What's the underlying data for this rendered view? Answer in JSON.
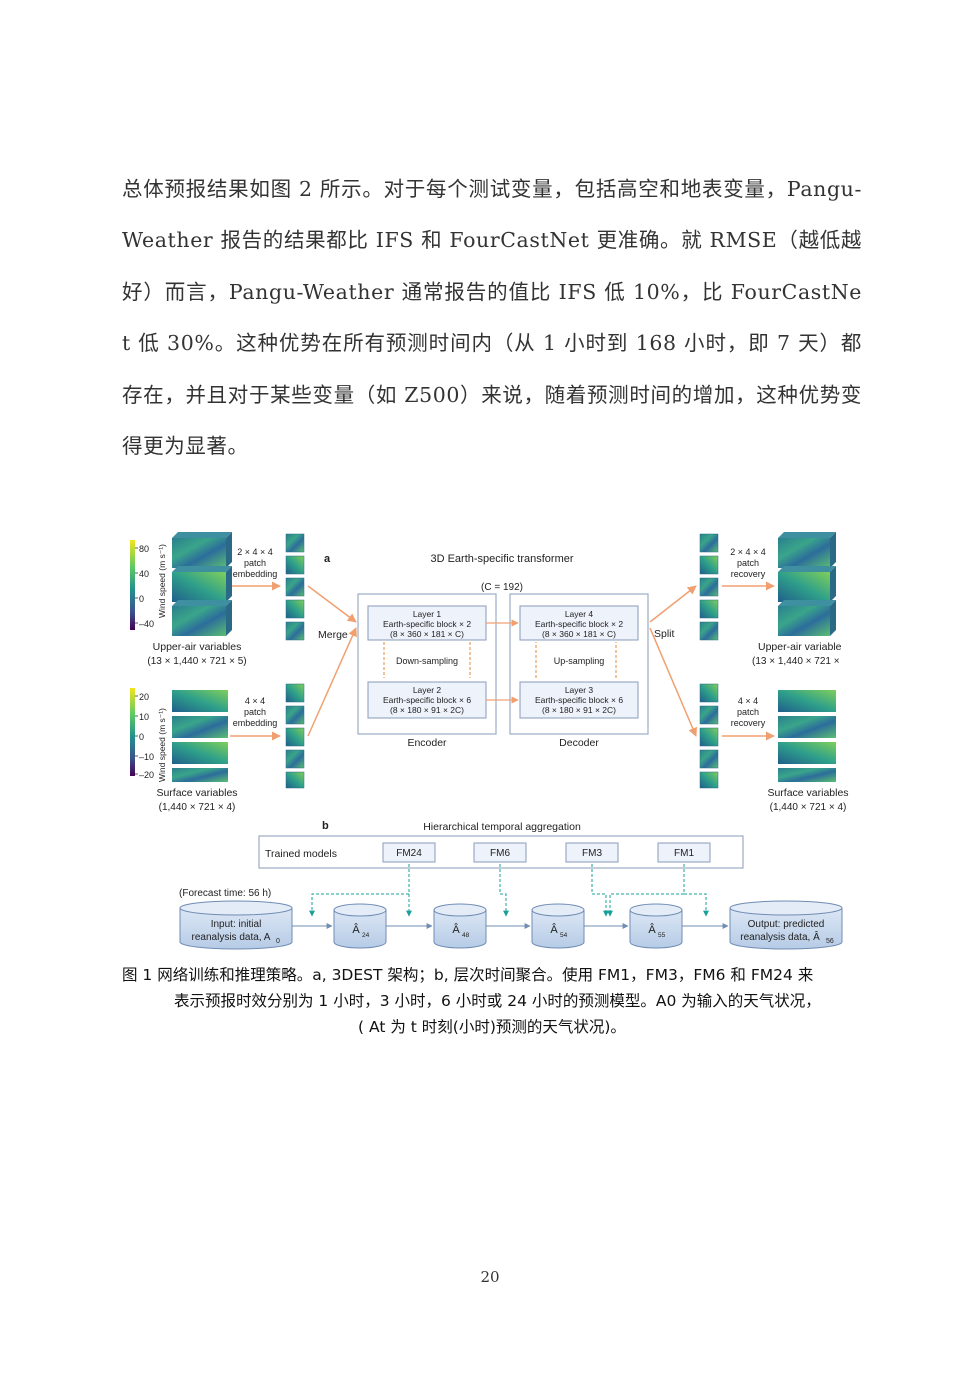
{
  "paragraph": {
    "text": "总体预报结果如图 2 所示。对于每个测试变量，包括高空和地表变量，Pangu-Weather 报告的结果都比 IFS 和 FourCastNet 更准确。就 RMSE（越低越好）而言，Pangu-Weather 通常报告的值比 IFS 低 10%，比 FourCastNet 低 30%。这种优势在所有预测时间内（从 1 小时到 168 小时，即 7 天）都存在，并且对于某些变量（如 Z500）来说，随着预测时间的增加，这种优势变得更为显著。"
  },
  "figure": {
    "panel_a_label": "a",
    "panel_b_label": "b",
    "transformer_title": "3D Earth-specific transformer",
    "channels": "(C = 192)",
    "upper_scale": {
      "ticks": [
        "80",
        "40",
        "0",
        "–40"
      ],
      "axis_label": "Wind speed (m s⁻¹)"
    },
    "surface_scale": {
      "ticks": [
        "20",
        "10",
        "0",
        "–10",
        "–20"
      ],
      "axis_label": "Wind speed (m s⁻¹)"
    },
    "upper_in": {
      "name": "Upper-air variables",
      "dims": "(13 × 1,440 × 721 × 5)",
      "patch_line1": "2 × 4 × 4",
      "patch_line2": "patch",
      "patch_line3": "embedding"
    },
    "surface_in": {
      "name": "Surface variables",
      "dims": "(1,440 × 721 × 4)",
      "patch_line1": "4 × 4",
      "patch_line2": "patch",
      "patch_line3": "embedding"
    },
    "merge": "Merge",
    "split": "Split",
    "encoder": {
      "label": "Encoder",
      "layer1_title": "Layer 1",
      "layer1_block": "Earth-specific block × 2",
      "layer1_dims": "(8 × 360 × 181 × C)",
      "sampling": "Down-sampling",
      "layer2_title": "Layer 2",
      "layer2_block": "Earth-specific block × 6",
      "layer2_dims": "(8 × 180 × 91 × 2C)"
    },
    "decoder": {
      "label": "Decoder",
      "layer4_title": "Layer 4",
      "layer4_block": "Earth-specific block × 2",
      "layer4_dims": "(8 × 360 × 181 × C)",
      "sampling": "Up-sampling",
      "layer3_title": "Layer 3",
      "layer3_block": "Earth-specific block × 6",
      "layer3_dims": "(8 × 180 × 91 × 2C)"
    },
    "upper_out": {
      "name": "Upper-air variable",
      "dims": "(13 × 1,440 × 721 ×",
      "patch_line1": "2 × 4 × 4",
      "patch_line2": "patch",
      "patch_line3": "recovery"
    },
    "surface_out": {
      "name": "Surface variables",
      "dims": "(1,440 × 721 × 4)",
      "patch_line1": "4 × 4",
      "patch_line2": "patch",
      "patch_line3": "recovery"
    },
    "hier_title": "Hierarchical temporal aggregation",
    "trained_models": "Trained models",
    "models": [
      "FM24",
      "FM6",
      "FM3",
      "FM1"
    ],
    "forecast_time": "(Forecast time: 56 h)",
    "input_line1": "Input: initial",
    "input_line2": "reanalysis data, A",
    "input_sub": "0",
    "output_line1": "Output: predicted",
    "output_line2": "reanalysis data, Â",
    "output_sub": "56",
    "states": [
      {
        "letter": "Â",
        "sub": "24"
      },
      {
        "letter": "Â",
        "sub": "48"
      },
      {
        "letter": "Â",
        "sub": "54"
      },
      {
        "letter": "Â",
        "sub": "55"
      }
    ]
  },
  "caption": {
    "line1": "图 1  网络训练和推理策略。a, 3DEST 架构；b, 层次时间聚合。使用 FM1，FM3，FM6 和 FM24 来",
    "line2": "表示预报时效分别为 1 小时，3 小时，6 小时或 24 小时的预测模型。A0 为输入的天气状况，",
    "line3": "( At 为 t 时刻(小时)预测的天气状况)。"
  },
  "page_number": "20",
  "colors": {
    "arrow": "#f0a070",
    "box_fill": "#eef2fb",
    "box_stroke": "#8a9bb8",
    "cylinder_fill": "#c9d9ee",
    "cylinder_stroke": "#6f8cb3",
    "dashed": "#1aa09a",
    "dotted": "#e08a3a"
  }
}
